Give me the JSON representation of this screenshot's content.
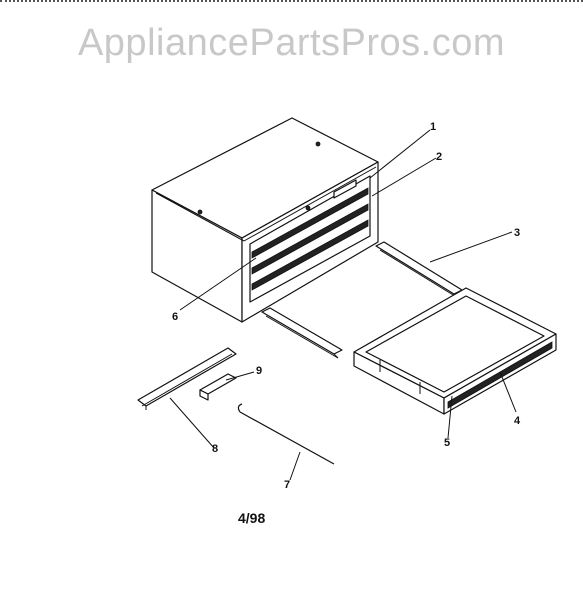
{
  "watermark": "AppliancePartsPros.com",
  "date_code": "4/98",
  "callouts": [
    "1",
    "2",
    "3",
    "4",
    "5",
    "6",
    "7",
    "8",
    "9"
  ]
}
